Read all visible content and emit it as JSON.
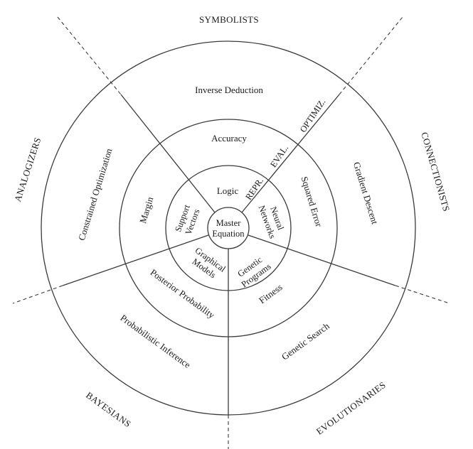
{
  "tribes": {
    "symbolists": "SYMBOLISTS",
    "connectionists": "CONNECTIONISTS",
    "evolutionaries": "EVOLUTIONARIES",
    "bayesians": "BAYESIANS",
    "analogizers": "ANALOGIZERS"
  },
  "center": {
    "line1": "Master",
    "line2": "Equation"
  },
  "axis_labels": {
    "repr": "REPR.",
    "eval": "EVAL.",
    "optimiz": "OPTIMIZ."
  },
  "optimization_ring": {
    "symbolists": "Inverse Deduction",
    "connectionists": "Gradient Descent",
    "evolutionaries": "Genetic Search",
    "bayesians": "Probabilistic Inference",
    "analogizers": "Constrained Optimization"
  },
  "evaluation_ring": {
    "symbolists": "Accuracy",
    "connectionists": "Squared Error",
    "evolutionaries": "Fitness",
    "bayesians": "Posterior Probability",
    "analogizers": "Margin"
  },
  "representation_ring": {
    "symbolists": "Logic",
    "connectionists": {
      "line1": "Neural",
      "line2": "Networks"
    },
    "evolutionaries": {
      "line1": "Genetic",
      "line2": "Programs"
    },
    "bayesians": {
      "line1": "Graphical",
      "line2": "Models"
    },
    "analogizers": {
      "line1": "Support",
      "line2": "Vectors"
    }
  }
}
